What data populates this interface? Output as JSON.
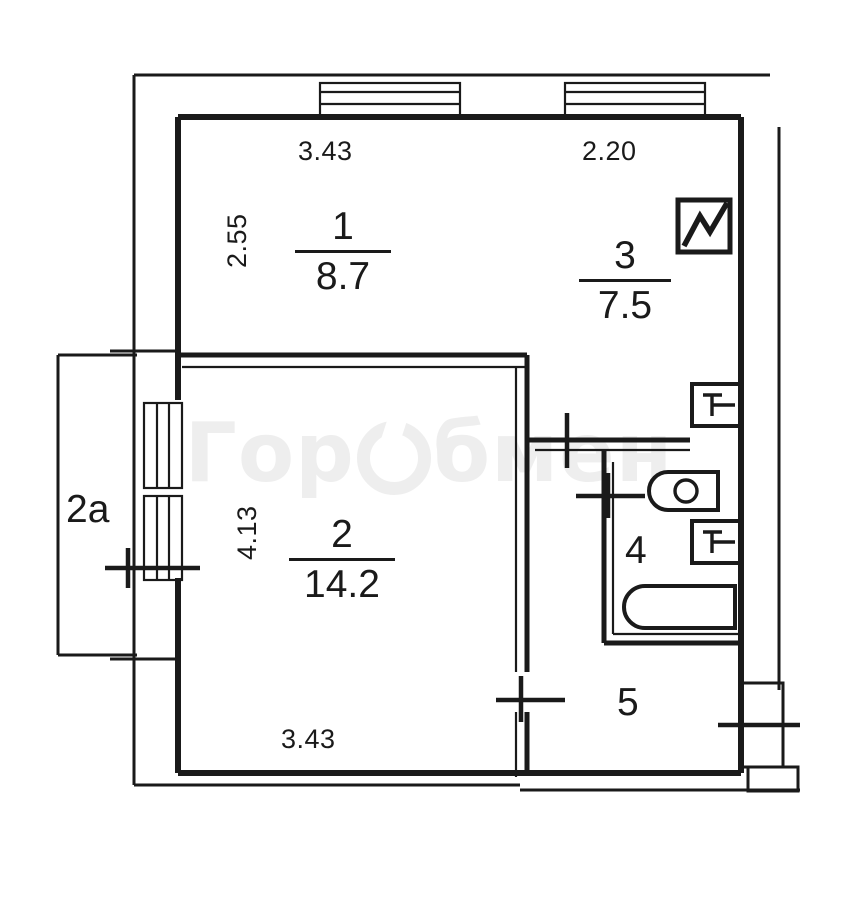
{
  "document": {
    "kind": "apartment-floor-plan",
    "watermark": "ГорОбмен",
    "watermark_parts": {
      "before": "Гор",
      "after": "бмен"
    }
  },
  "rooms": [
    {
      "id": "room-1",
      "number": "1",
      "area": "8.7",
      "label": "1 / 8.7",
      "width_m": "3.43",
      "height_m": "2.55"
    },
    {
      "id": "room-2",
      "number": "2",
      "area": "14.2",
      "label": "2 / 14.2",
      "width_m": "3.43",
      "height_m": "4.13"
    },
    {
      "id": "room-3",
      "number": "3",
      "area": "7.5",
      "label": "3 / 7.5",
      "width_m": "2.20",
      "height_m": ""
    },
    {
      "id": "room-4",
      "number": "4",
      "area": "",
      "label": "4",
      "width_m": "",
      "height_m": ""
    },
    {
      "id": "room-5",
      "number": "5",
      "area": "",
      "label": "5",
      "width_m": "",
      "height_m": ""
    },
    {
      "id": "balcony-2a",
      "number": "2a",
      "area": "",
      "label": "2a",
      "width_m": "",
      "height_m": ""
    }
  ],
  "dimensions": {
    "room1_width": "3.43",
    "room1_height": "2.55",
    "room2_width": "3.43",
    "room2_height": "4.13",
    "room3_width": "2.20"
  },
  "icons": {
    "gas_meter": "zigzag-meter-icon",
    "toilet": "toilet-icon",
    "sink": "sink-icon",
    "bathtub": "bathtub-icon",
    "radiator_top": "radiator-icon",
    "radiator_bottom": "radiator-icon"
  },
  "colors": {
    "wall": "#1a1a1a",
    "background": "#ffffff",
    "watermark": "rgba(120,120,120,0.13)"
  }
}
